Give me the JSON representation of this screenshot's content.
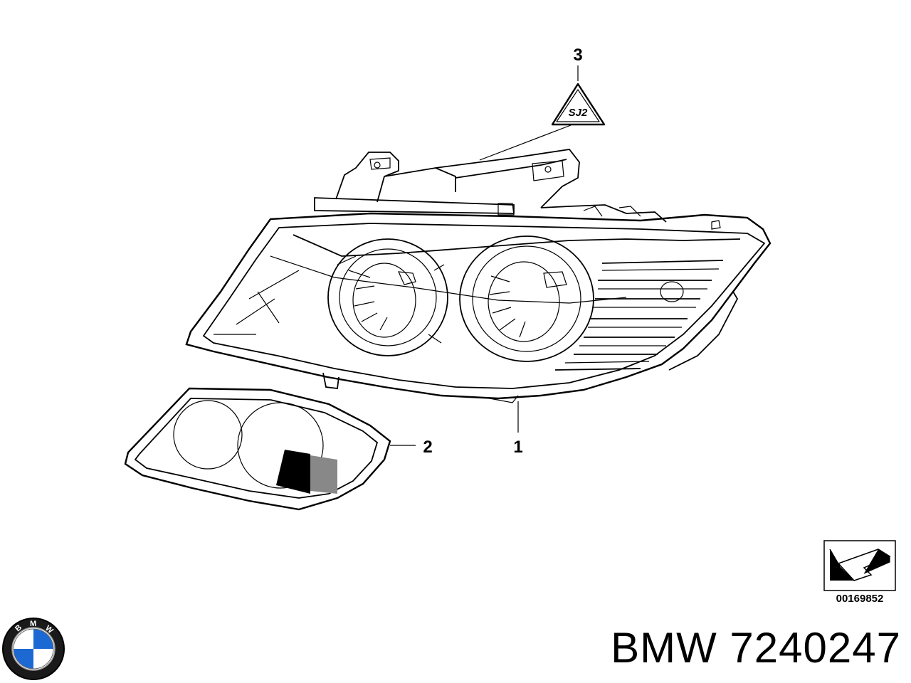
{
  "callouts": [
    {
      "id": "1",
      "label": "1"
    },
    {
      "id": "2",
      "label": "2"
    },
    {
      "id": "3",
      "label": "3"
    }
  ],
  "symbol_text": "SJ2",
  "diagram_number": "00169852",
  "caption": "BMW 7240247",
  "logo": {
    "letters": [
      "B",
      "M",
      "W"
    ],
    "colors": {
      "blue": "#1c69d4",
      "white": "#ffffff",
      "black": "#000000"
    }
  },
  "icons": {
    "view_arrow": "view-direction-arrow-icon",
    "warning_triangle": "warning-triangle-icon",
    "logo": "bmw-roundel-logo"
  }
}
